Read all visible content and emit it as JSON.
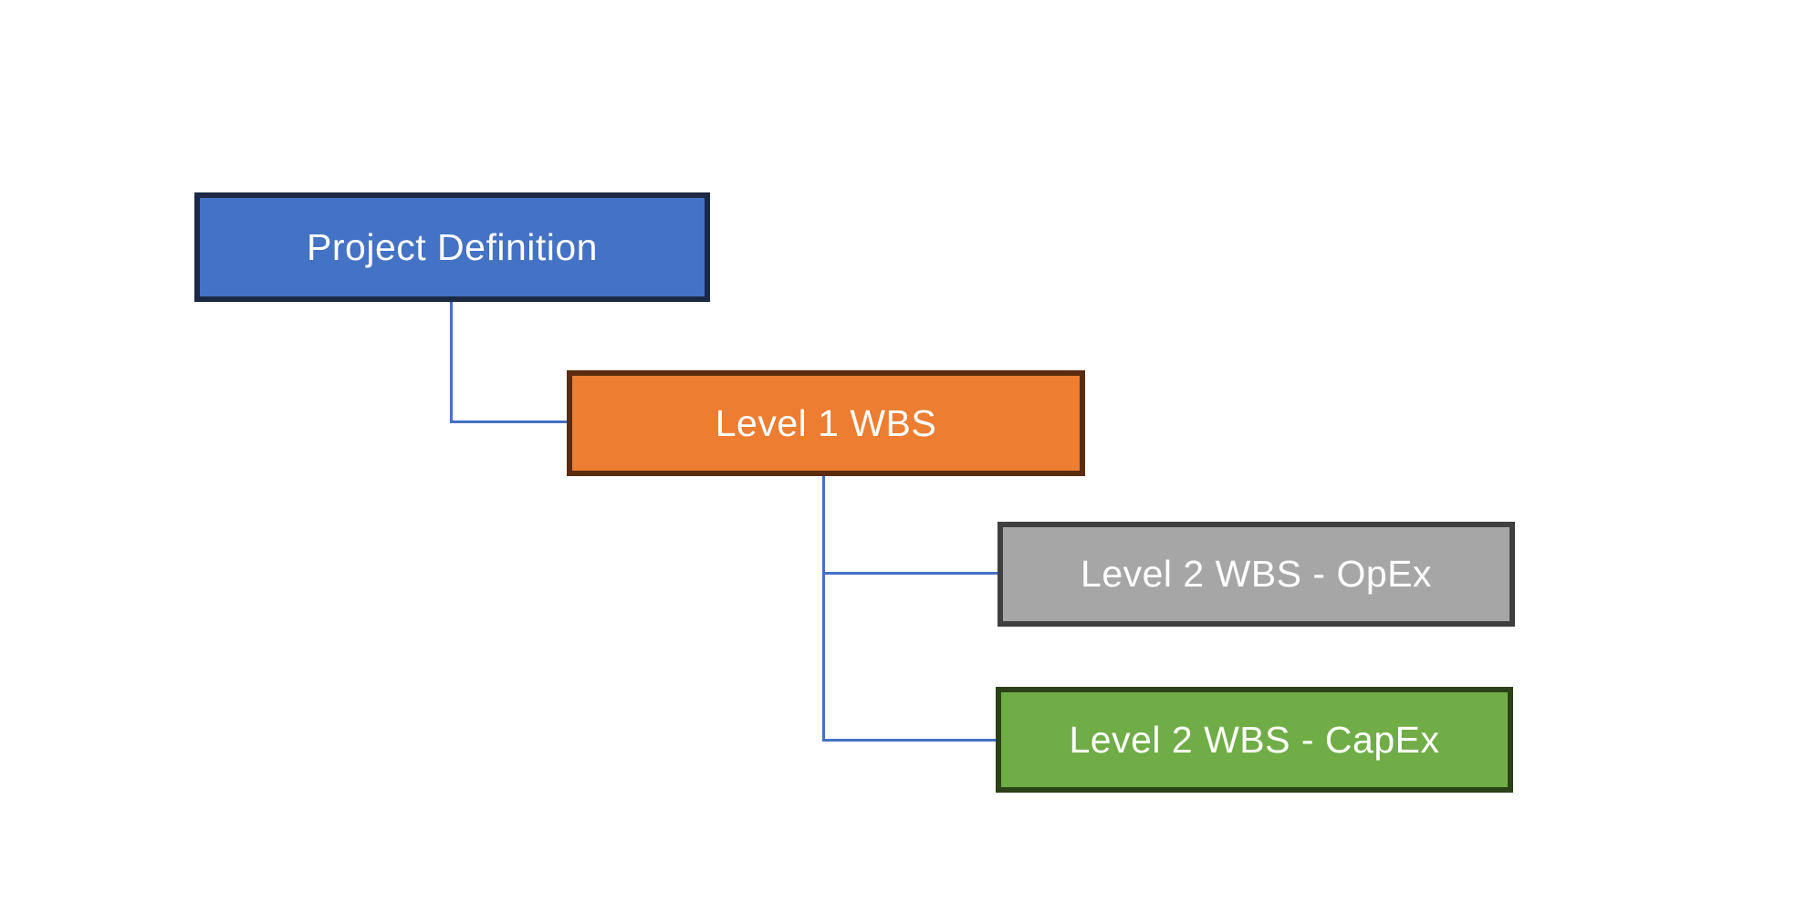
{
  "canvas": {
    "background": "#FFFFFF"
  },
  "connectors": {
    "color": "#4472C4"
  },
  "nodes": [
    {
      "label": "Project Definition",
      "fill": "#4472C4",
      "border": "#1B2A44",
      "text_color": "#FFFFFF"
    },
    {
      "label": "Level 1 WBS",
      "fill": "#ED7D31",
      "border": "#5B2C0E",
      "text_color": "#FFFFFF"
    },
    {
      "label": "Level 2 WBS - OpEx",
      "fill": "#A6A6A6",
      "border": "#3F3F3F",
      "text_color": "#FFFFFF"
    },
    {
      "label": "Level 2 WBS - CapEx",
      "fill": "#70AD47",
      "border": "#2C4117",
      "text_color": "#FFFFFF"
    }
  ],
  "edges": [
    {
      "from": "Project Definition",
      "to": "Level 1 WBS"
    },
    {
      "from": "Level 1 WBS",
      "to": "Level 2 WBS - OpEx"
    },
    {
      "from": "Level 1 WBS",
      "to": "Level 2 WBS - CapEx"
    }
  ]
}
